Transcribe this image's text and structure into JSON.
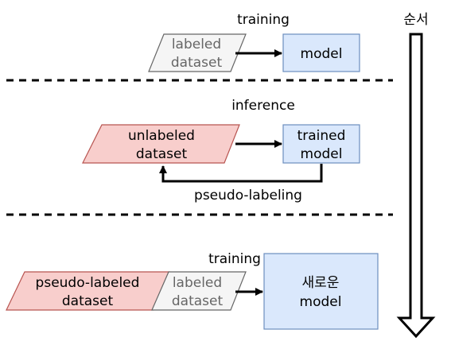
{
  "order_label": "순서",
  "stage1": {
    "title": "training",
    "labeled_dataset": [
      "labeled",
      "dataset"
    ],
    "model": "model"
  },
  "stage2": {
    "title": "inference",
    "unlabeled_dataset": [
      "unlabeled",
      "dataset"
    ],
    "trained_model": [
      "trained",
      "model"
    ],
    "feedback_label": "pseudo-labeling"
  },
  "stage3": {
    "title": "training",
    "pseudo_labeled_dataset": [
      "pseudo-labeled",
      "dataset"
    ],
    "labeled_dataset": [
      "labeled",
      "dataset"
    ],
    "new_model": [
      "새로운",
      "model"
    ]
  },
  "colors": {
    "model_fill": "#dae8fc",
    "model_stroke": "#6c8ebf",
    "labeled_fill": "#f5f5f5",
    "labeled_stroke": "#666666",
    "unlabeled_fill": "#f8cecc",
    "unlabeled_stroke": "#b85450"
  }
}
